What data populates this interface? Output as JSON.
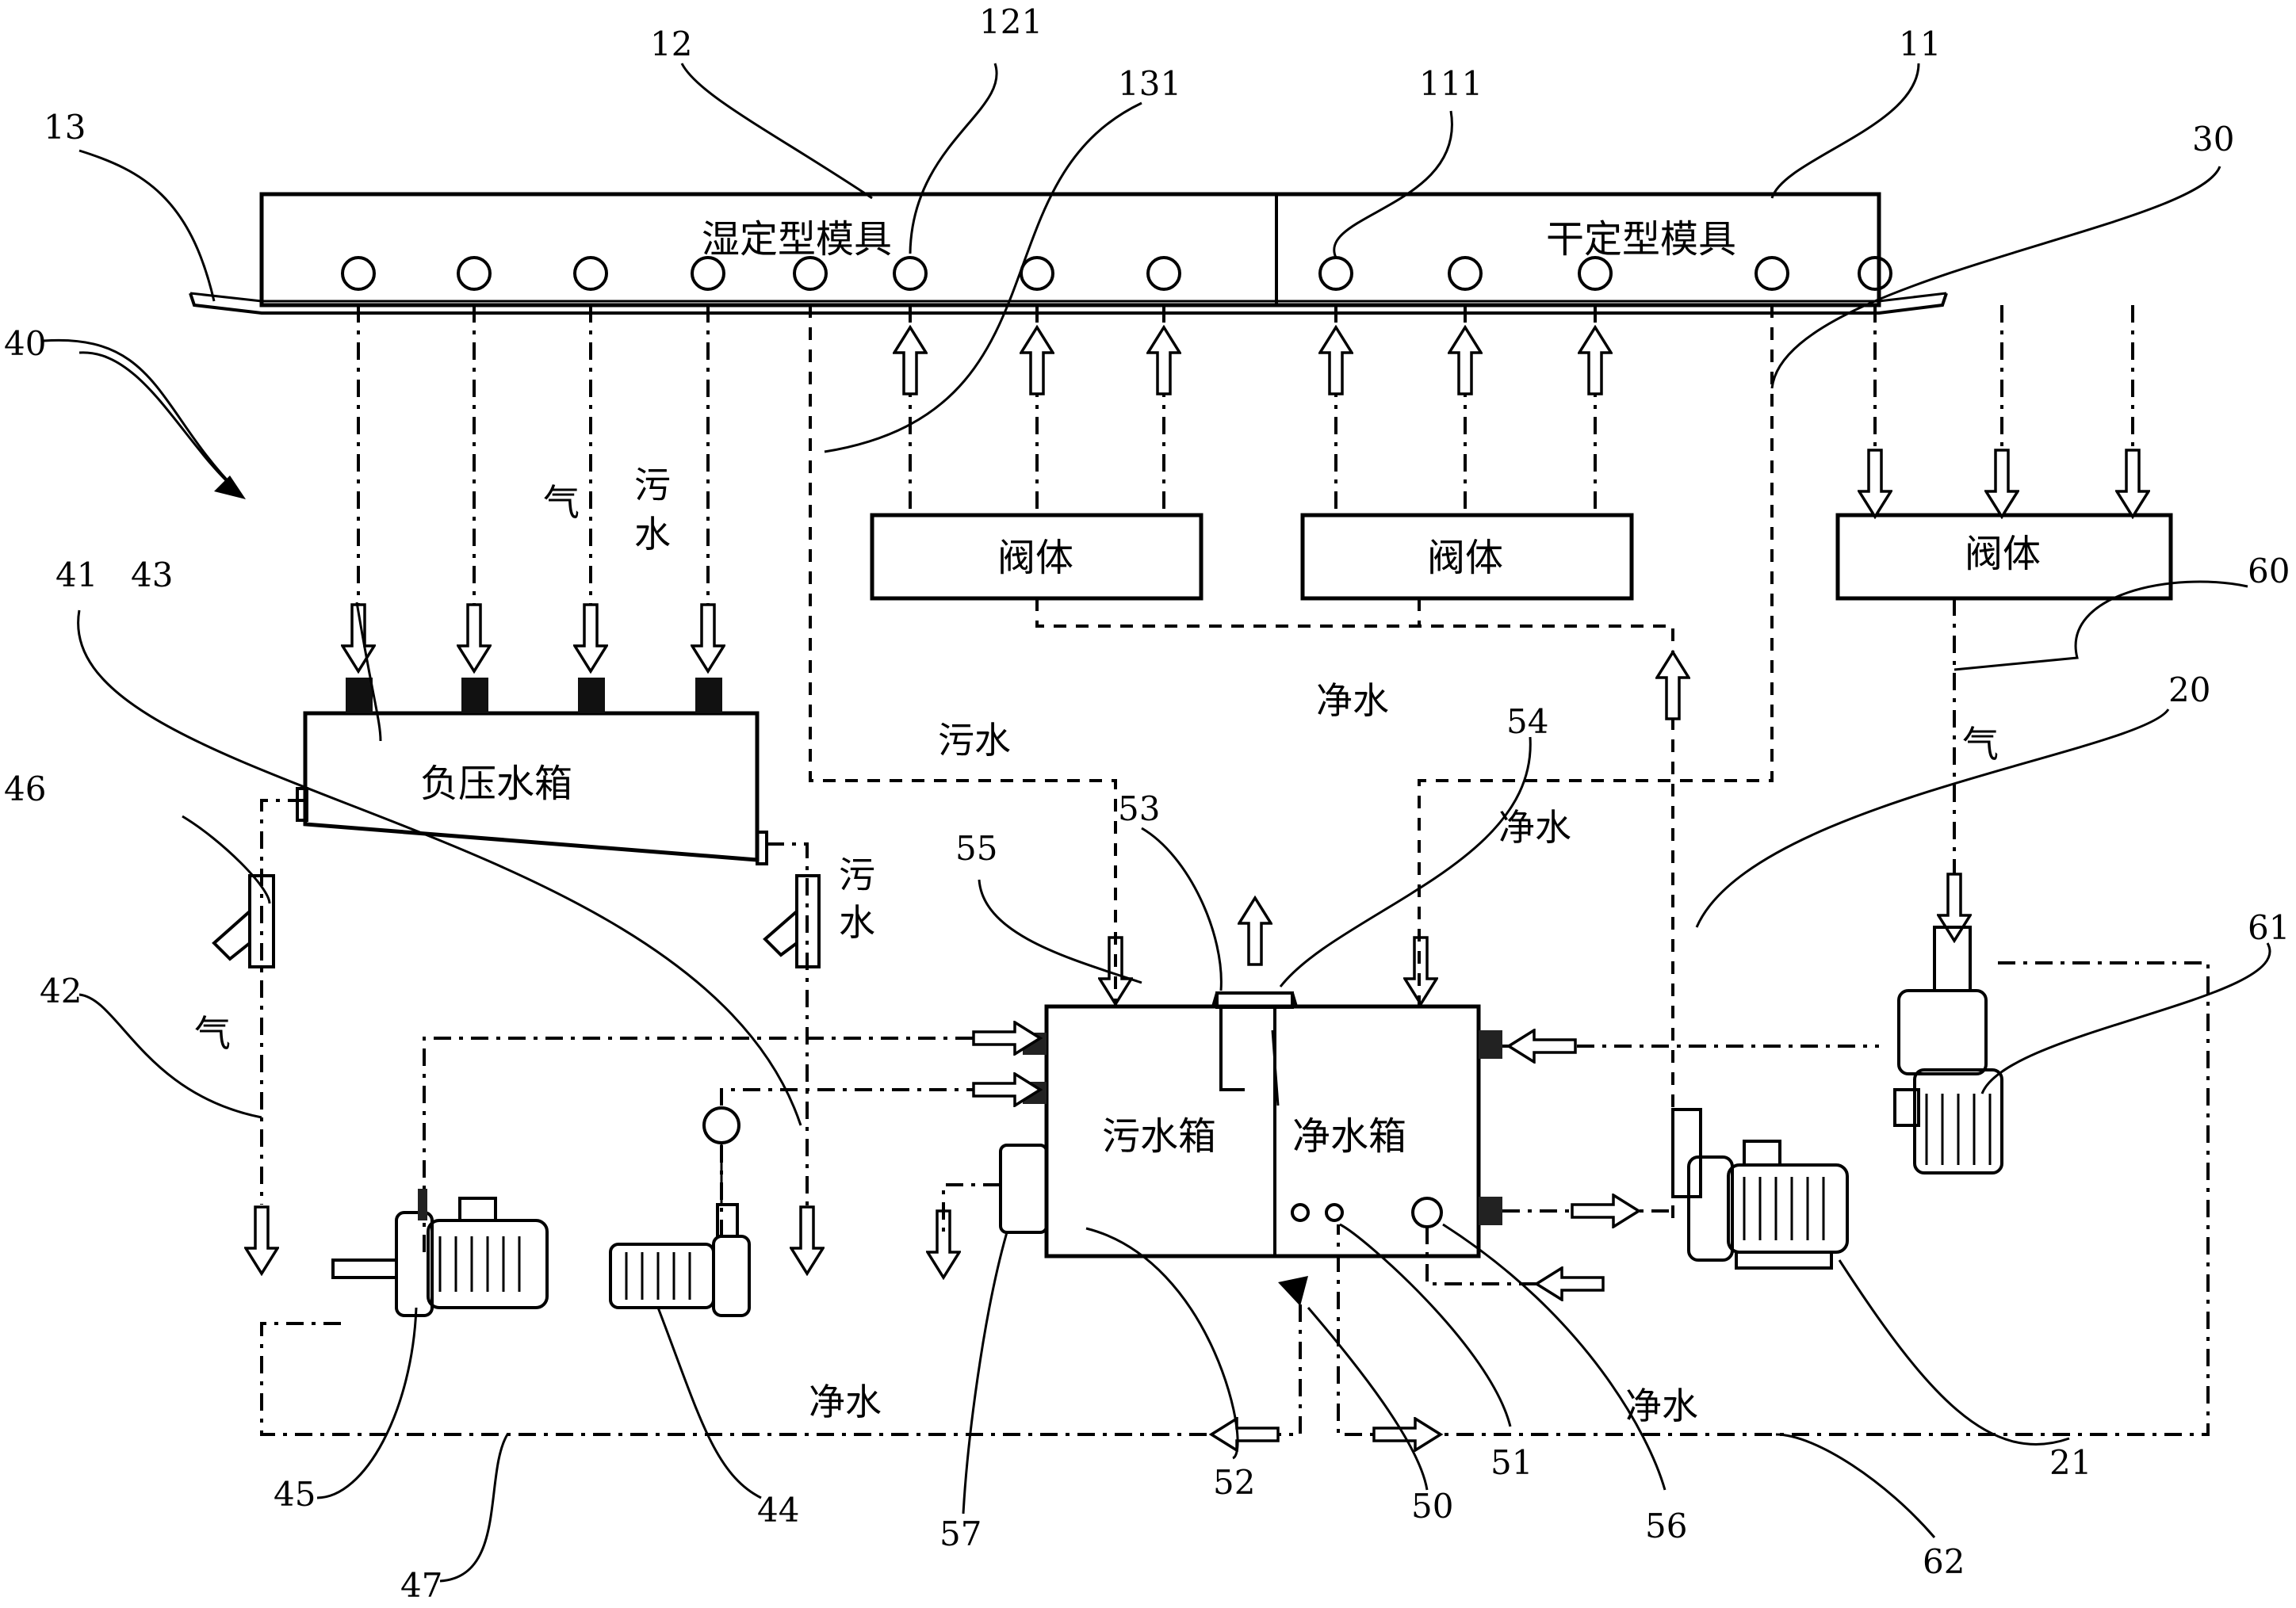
{
  "figure": {
    "labels": {
      "mold_wet": "湿定型模具",
      "mold_dry": "干定型模具",
      "valve_1": "阀体",
      "valve_2": "阀体",
      "valve_3": "阀体",
      "neg_tank": "负压水箱",
      "dirty_tank": "污水箱",
      "clean_tank": "净水箱",
      "gas_a": "气",
      "sewage_a1": "污",
      "sewage_a2": "水",
      "sewage_b": "污水",
      "clean_a": "净水",
      "clean_b": "净水",
      "gas_b": "气",
      "sewage_c1": "污",
      "sewage_c2": "水",
      "gas_c": "气",
      "clean_c": "净水",
      "clean_d": "净水"
    },
    "numbers": {
      "n13": "13",
      "n12": "12",
      "n121": "121",
      "n131": "131",
      "n111": "111",
      "n11": "11",
      "n30": "30",
      "n40": "40",
      "n43": "43",
      "n41": "41",
      "n60": "60",
      "n20": "20",
      "n54": "54",
      "n53": "53",
      "n55": "55",
      "n46": "46",
      "n42": "42",
      "n61": "61",
      "n45": "45",
      "n44": "44",
      "n47": "47",
      "n57": "57",
      "n52": "52",
      "n50": "50",
      "n51": "51",
      "n56": "56",
      "n21": "21",
      "n62": "62"
    }
  }
}
